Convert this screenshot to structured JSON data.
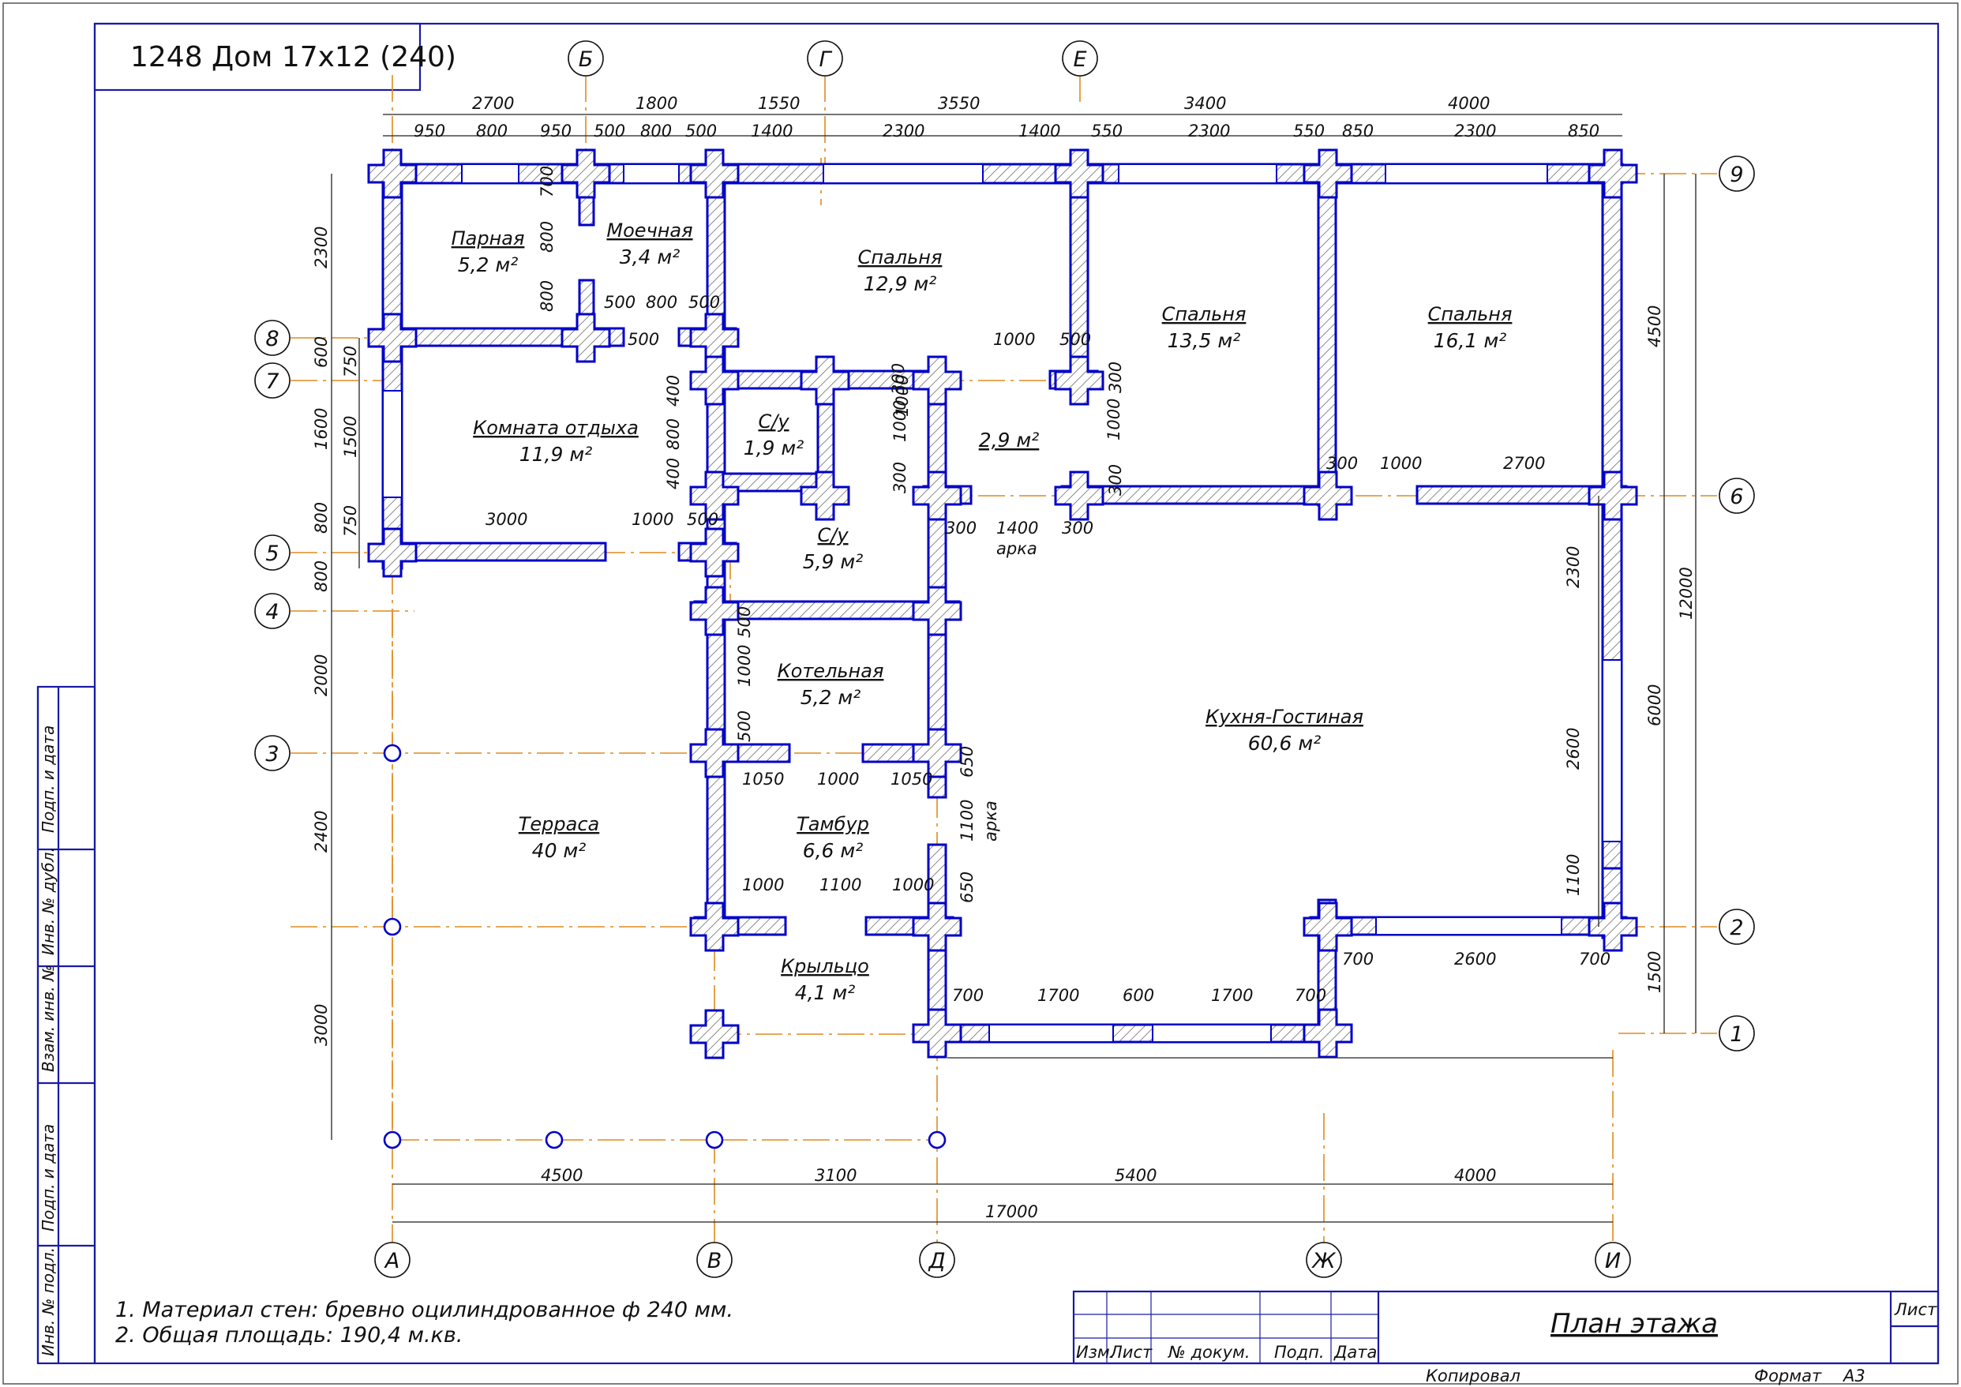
{
  "title": "1248 Дом 17х12 (240)",
  "notes": [
    "1. Материал стен: бревно оцилиндрованное ф 240 мм.",
    "2. Общая площадь: 190,4 м.кв."
  ],
  "rooms": [
    {
      "id": "parnaya",
      "name": "Парная",
      "area": "5,2 м²"
    },
    {
      "id": "moechnaya",
      "name": "Моечная",
      "area": "3,4 м²"
    },
    {
      "id": "spalnya1",
      "name": "Спальня",
      "area": "12,9 м²"
    },
    {
      "id": "spalnya2",
      "name": "Спальня",
      "area": "13,5 м²"
    },
    {
      "id": "spalnya3",
      "name": "Спальня",
      "area": "16,1 м²"
    },
    {
      "id": "komnata",
      "name": "Комната отдыха",
      "area": "11,9 м²"
    },
    {
      "id": "su1",
      "name": "С/у",
      "area": "1,9 м²"
    },
    {
      "id": "hall",
      "name": "",
      "area": "2,9 м²"
    },
    {
      "id": "su2",
      "name": "С/у",
      "area": "5,9 м²"
    },
    {
      "id": "kotelnaya",
      "name": "Котельная",
      "area": "5,2 м²"
    },
    {
      "id": "kuhnya",
      "name": "Кухня-Гостиная",
      "area": "60,6 м²"
    },
    {
      "id": "terrasa",
      "name": "Терраса",
      "area": "40 м²"
    },
    {
      "id": "tambur",
      "name": "Тамбур",
      "area": "6,6 м²"
    },
    {
      "id": "krylco",
      "name": "Крыльцо",
      "area": "4,1 м²"
    }
  ],
  "axes_top": [
    "Б",
    "Г",
    "Е"
  ],
  "axes_bottom": [
    "А",
    "В",
    "Д",
    "Ж",
    "И"
  ],
  "axes_right": [
    "9",
    "6",
    "2",
    "1"
  ],
  "axes_left": [
    "8",
    "7",
    "5",
    "4",
    "3"
  ],
  "dims": {
    "top_row1": [
      "2700",
      "1800",
      "1550",
      "3550",
      "3400",
      "4000"
    ],
    "top_row2": [
      "950",
      "800",
      "950",
      "500",
      "800",
      "500",
      "1400",
      "2300",
      "1400",
      "550",
      "2300",
      "550",
      "850",
      "2300",
      "850"
    ],
    "bottom_row1": [
      "4500",
      "3100",
      "5400",
      "4000"
    ],
    "bottom_total": "17000",
    "left_outer": [
      "2300",
      "600",
      "1600",
      "800",
      "800",
      "2000",
      "2400",
      "3000"
    ],
    "left_inner": [
      "750",
      "1500",
      "750"
    ],
    "right_outer": "12000",
    "right_inner": [
      "4500",
      "6000",
      "1500"
    ],
    "right_window": [
      "2300",
      "2600",
      "1100"
    ],
    "interior": [
      "700",
      "800",
      "800",
      "500",
      "800",
      "500",
      "500",
      "1000",
      "500",
      "300",
      "1000",
      "300",
      "400",
      "800",
      "400",
      "1000",
      "300",
      "300",
      "1000",
      "300",
      "1000",
      "2700",
      "3000",
      "1000",
      "500",
      "300",
      "1400",
      "300",
      "арка",
      "500",
      "1000",
      "500",
      "1050",
      "1000",
      "1050",
      "650",
      "1100",
      "арка",
      "650",
      "1000",
      "1100",
      "1000",
      "700",
      "2600",
      "700",
      "700",
      "1700",
      "600",
      "1700",
      "700"
    ]
  },
  "sidebar": [
    "Подп. и дата",
    "Инв. № дубл.",
    "Взам. инв. №",
    "Подп. и дата",
    "Инв. № подл."
  ],
  "stamp": {
    "cols": [
      "Изм.",
      "Лист",
      "№ докум.",
      "Подп.",
      "Дата"
    ],
    "drawing_name": "План этажа",
    "sheet": "Лист",
    "copied": "Копировал",
    "format_label": "Формат",
    "format_value": "А3"
  }
}
